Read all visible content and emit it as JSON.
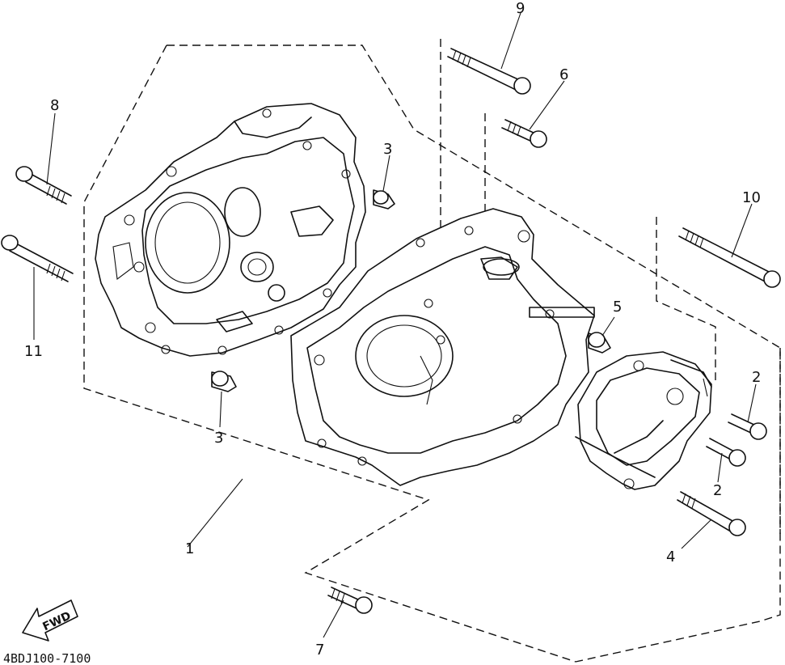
{
  "diagram": {
    "code": "4BDJ100-7100",
    "fwd_label": "FWD",
    "callouts": {
      "c1": "1",
      "c2a": "2",
      "c2b": "2",
      "c3a": "3",
      "c3b": "3",
      "c4": "4",
      "c5": "5",
      "c6": "6",
      "c7": "7",
      "c8": "8",
      "c9": "9",
      "c10": "10",
      "c11": "11"
    },
    "line_color": "#111111",
    "background": "#ffffff"
  }
}
